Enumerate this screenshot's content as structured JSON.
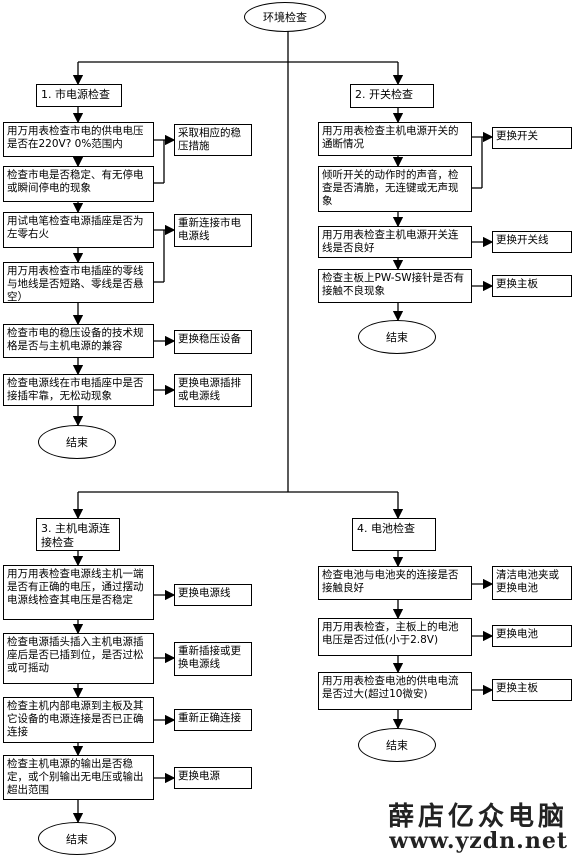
{
  "title": "环境检查",
  "sections": {
    "s1": "1. 市电源检查",
    "s2": "2. 开关检查",
    "s3": "3. 主机电源连接检查",
    "s4": "4. 电池检查"
  },
  "s1_checks": [
    "用万用表检查市电的供电电压是否在220V? 0%范围内",
    "检查市电是否稳定、有无停电或瞬间停电的现象",
    "用试电笔检查电源插座是否为左零右火",
    "用万用表检查市电插座的零线与地线是否短路、零线是否悬空）",
    "检查市电的稳压设备的技术规格是否与主机电源的兼容",
    "检查电源线在市电插座中是否接插牢靠，无松动现象"
  ],
  "s1_actions": [
    "采取相应的稳压措施",
    "重新连接市电电源线",
    "更换稳压设备",
    "更换电源插排或电源线"
  ],
  "s2_checks": [
    "用万用表检查主机电源开关的通断情况",
    "倾听开关的动作时的声音，检查是否清脆，无连键或无声现象",
    "用万用表检查主机电源开关连线是否良好",
    "检查主板上PW-SW接针是否有接触不良现象"
  ],
  "s2_actions": [
    "更换开关",
    "更换开关线",
    "更换主板"
  ],
  "s3_checks": [
    "用万用表检查电源线主机一端是否有正确的电压，通过摆动电源线检查其电压是否稳定",
    "检查电源插头插入主机电源插座后是否已插到位，是否过松或可摇动",
    "检查主机内部电源到主板及其它设备的电源连接是否已正确连接",
    "检查主机电源的输出是否稳定，或个别输出无电压或输出超出范围"
  ],
  "s3_actions": [
    "更换电源线",
    "重新插接或更换电源线",
    "重新正确连接",
    "更换电源"
  ],
  "s4_checks": [
    "检查电池与电池夹的连接是否接触良好",
    "用万用表检查，主板上的电池电压是否过低(小于2.8V)",
    "用万用表检查电池的供电电流是否过大(超过10微安)"
  ],
  "s4_actions": [
    "清洁电池夹或更换电池",
    "更换电池",
    "更换主板"
  ],
  "end_label": "结束",
  "watermark": {
    "line1": "薛店亿众电脑",
    "line2": "www.yzdn.net"
  }
}
